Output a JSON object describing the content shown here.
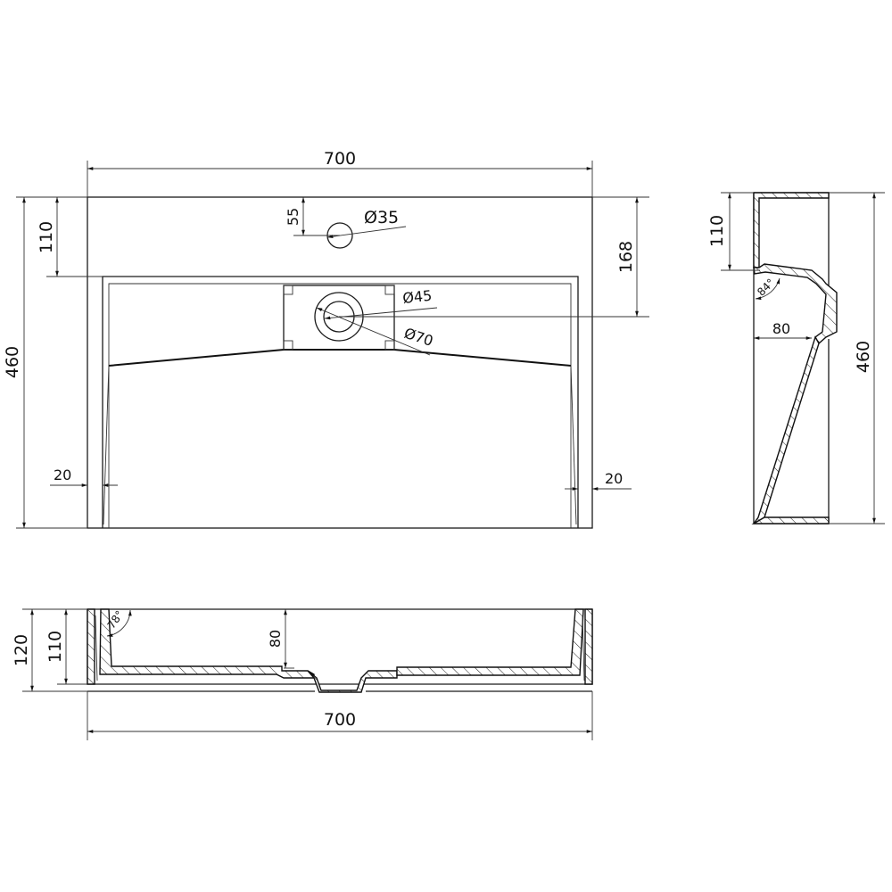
{
  "drawing": {
    "type": "technical drawing - countertop washbasin",
    "units": "mm",
    "line_color": "#111111",
    "background": "#ffffff"
  },
  "plan_view": {
    "width_label": "700",
    "depth_label": "460",
    "rear_ledge_label": "110",
    "tap_hole_offset_label": "55",
    "tap_hole_diameter_label": "Ø35",
    "drain_offset_label": "168",
    "drain_inner_diameter_label": "Ø45",
    "drain_outer_diameter_label": "Ø70",
    "left_wall_label": "20",
    "right_wall_label": "20"
  },
  "side_section": {
    "ledge_label": "110",
    "angle_label": "84°",
    "drain_depth_label": "80",
    "depth_label": "460"
  },
  "front_section": {
    "overall_height_label": "120",
    "inner_height_label": "110",
    "angle_label": "78°",
    "bowl_depth_label": "80",
    "width_label": "700"
  }
}
